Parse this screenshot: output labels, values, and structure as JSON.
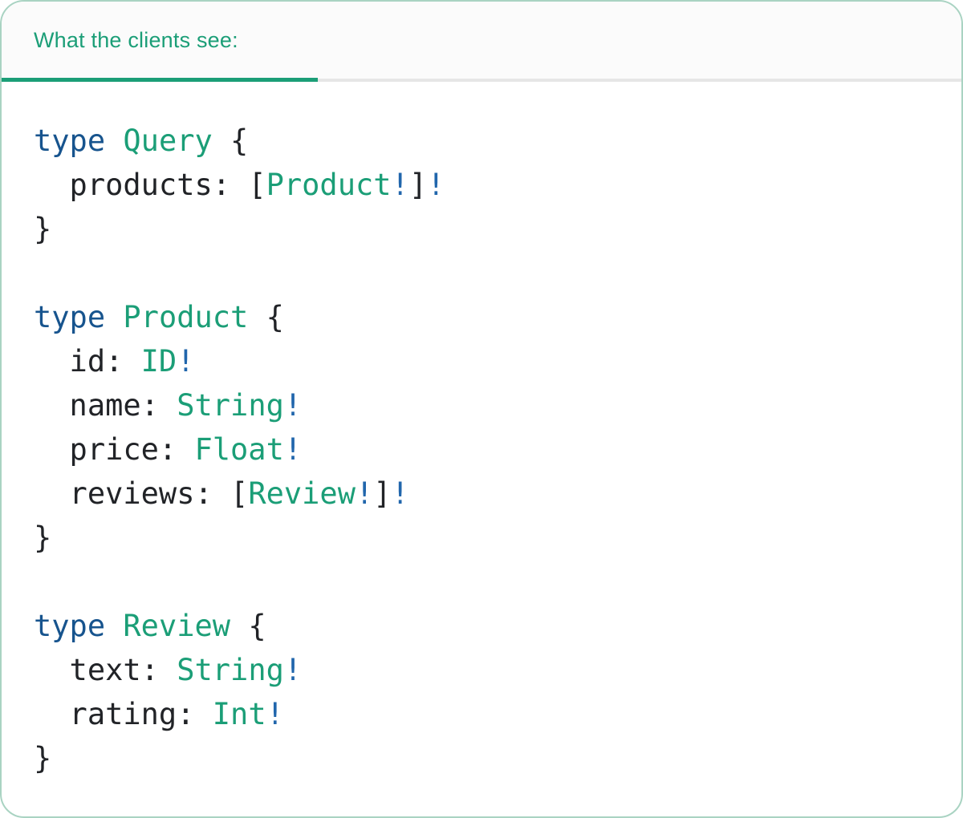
{
  "colors": {
    "accent_green": "#1b9e77",
    "keyword_blue": "#17548e",
    "bang_blue": "#2166ac",
    "text_dark": "#212327",
    "divider_gray": "#e6e6e6",
    "header_bg": "#fbfbfb",
    "card_border": "#a9d3c2",
    "card_bg": "#ffffff"
  },
  "tab_bar": {
    "active_tab": {
      "label": "What the clients see:"
    }
  },
  "code": {
    "language": "graphql",
    "lines": [
      [
        {
          "t": "type ",
          "c": "kw"
        },
        {
          "t": "Query ",
          "c": "ty"
        },
        {
          "t": "{",
          "c": "pu"
        }
      ],
      [
        {
          "t": "  products: ",
          "c": "pl"
        },
        {
          "t": "[",
          "c": "pu"
        },
        {
          "t": "Product",
          "c": "ty"
        },
        {
          "t": "!",
          "c": "bang"
        },
        {
          "t": "]",
          "c": "pu"
        },
        {
          "t": "!",
          "c": "bang"
        }
      ],
      [
        {
          "t": "}",
          "c": "pu"
        }
      ],
      [],
      [
        {
          "t": "type ",
          "c": "kw"
        },
        {
          "t": "Product ",
          "c": "ty"
        },
        {
          "t": "{",
          "c": "pu"
        }
      ],
      [
        {
          "t": "  id: ",
          "c": "pl"
        },
        {
          "t": "ID",
          "c": "ty"
        },
        {
          "t": "!",
          "c": "bang"
        }
      ],
      [
        {
          "t": "  name: ",
          "c": "pl"
        },
        {
          "t": "String",
          "c": "ty"
        },
        {
          "t": "!",
          "c": "bang"
        }
      ],
      [
        {
          "t": "  price: ",
          "c": "pl"
        },
        {
          "t": "Float",
          "c": "ty"
        },
        {
          "t": "!",
          "c": "bang"
        }
      ],
      [
        {
          "t": "  reviews: ",
          "c": "pl"
        },
        {
          "t": "[",
          "c": "pu"
        },
        {
          "t": "Review",
          "c": "ty"
        },
        {
          "t": "!",
          "c": "bang"
        },
        {
          "t": "]",
          "c": "pu"
        },
        {
          "t": "!",
          "c": "bang"
        }
      ],
      [
        {
          "t": "}",
          "c": "pu"
        }
      ],
      [],
      [
        {
          "t": "type ",
          "c": "kw"
        },
        {
          "t": "Review ",
          "c": "ty"
        },
        {
          "t": "{",
          "c": "pu"
        }
      ],
      [
        {
          "t": "  text: ",
          "c": "pl"
        },
        {
          "t": "String",
          "c": "ty"
        },
        {
          "t": "!",
          "c": "bang"
        }
      ],
      [
        {
          "t": "  rating: ",
          "c": "pl"
        },
        {
          "t": "Int",
          "c": "ty"
        },
        {
          "t": "!",
          "c": "bang"
        }
      ],
      [
        {
          "t": "}",
          "c": "pu"
        }
      ]
    ]
  }
}
